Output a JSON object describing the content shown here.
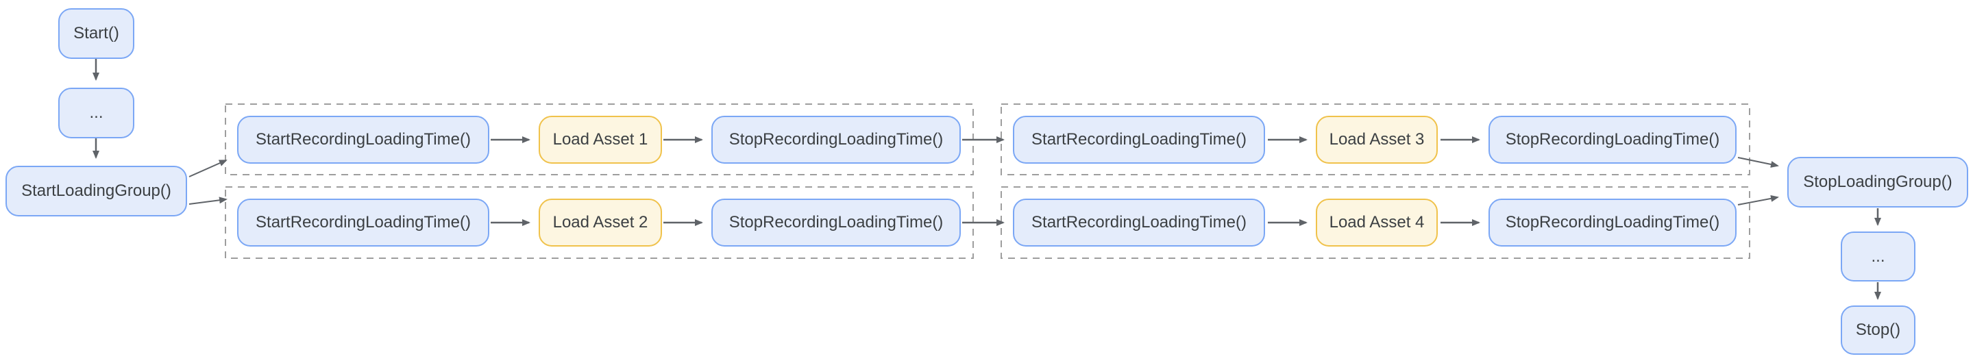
{
  "diagram": {
    "description": "Flowchart of loading group timing instrumentation",
    "colors": {
      "node_fill_blue": "#E4ECFB",
      "node_border_blue": "#7BA7F5",
      "node_fill_yellow": "#FDF6E1",
      "node_border_yellow": "#F0C24B",
      "edge_gray": "#5F6368",
      "dashed_group_border": "#9E9E9E",
      "text": "#3C4043",
      "background": "#FFFFFF"
    },
    "pre_sequence": [
      "Start()",
      "...",
      "StartLoadingGroup()"
    ],
    "groups": [
      {
        "lanes": [
          [
            "StartRecordingLoadingTime()",
            "Load Asset 1",
            "StopRecordingLoadingTime()"
          ],
          [
            "StartRecordingLoadingTime()",
            "Load Asset 2",
            "StopRecordingLoadingTime()"
          ]
        ]
      },
      {
        "lanes": [
          [
            "StartRecordingLoadingTime()",
            "Load Asset 3",
            "StopRecordingLoadingTime()"
          ],
          [
            "StartRecordingLoadingTime()",
            "Load Asset 4",
            "StopRecordingLoadingTime()"
          ]
        ]
      }
    ],
    "post_sequence": [
      "StopLoadingGroup()",
      "...",
      "Stop()"
    ]
  }
}
